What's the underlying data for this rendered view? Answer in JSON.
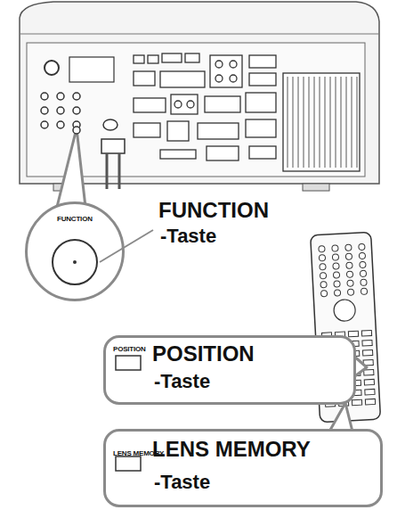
{
  "diagram": {
    "nodes": [
      {
        "text": [
          "FUNCTION"
        ]
      },
      {
        "text": [
          "POSITION",
          "POSITION",
          "-Taste"
        ]
      },
      {
        "text": [
          "LENS MEMORY",
          "LENS MEMORY",
          "-Taste"
        ]
      }
    ],
    "labels": [
      "FUNCTION",
      "-Taste"
    ]
  }
}
